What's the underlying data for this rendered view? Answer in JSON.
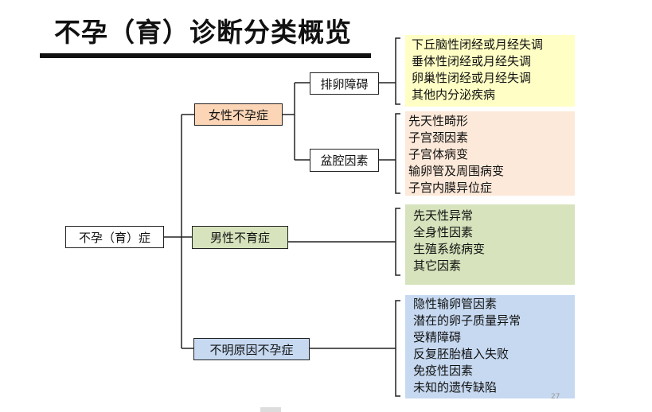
{
  "title": "不孕（育）诊断分类概览",
  "root": "不孕（育）症",
  "branches": {
    "female": "女性不孕症",
    "male": "男性不育症",
    "unknown": "不明原因不孕症"
  },
  "female_sub": {
    "ovulation": "排卵障碍",
    "pelvic": "盆腔因素"
  },
  "lists": {
    "ovulation": [
      "下丘脑性闭经或月经失调",
      "垂体性闭经或月经失调",
      "卵巢性闭经或月经失调",
      "其他内分泌疾病"
    ],
    "pelvic": [
      "先天性畸形",
      "子宫颈因素",
      "子宫体病变",
      "输卵管及周围病变",
      "子宫内膜异位症"
    ],
    "male": [
      "先天性异常",
      "全身性因素",
      "生殖系统病变",
      "其它因素"
    ],
    "unknown": [
      "隐性输卵管因素",
      "潜在的卵子质量异常",
      "受精障碍",
      "反复胚胎植入失败",
      "免疫性因素",
      "未知的遗传缺陷"
    ]
  },
  "page_number": "27",
  "colors": {
    "female": "#fbd5b5",
    "male": "#d6e3bc",
    "unknown": "#c6d9f1",
    "ovulation_list": "#ffffc5",
    "pelvic_list": "#fde9d9",
    "male_list": "#d6e3bc",
    "unknown_list": "#c6d9f1"
  }
}
